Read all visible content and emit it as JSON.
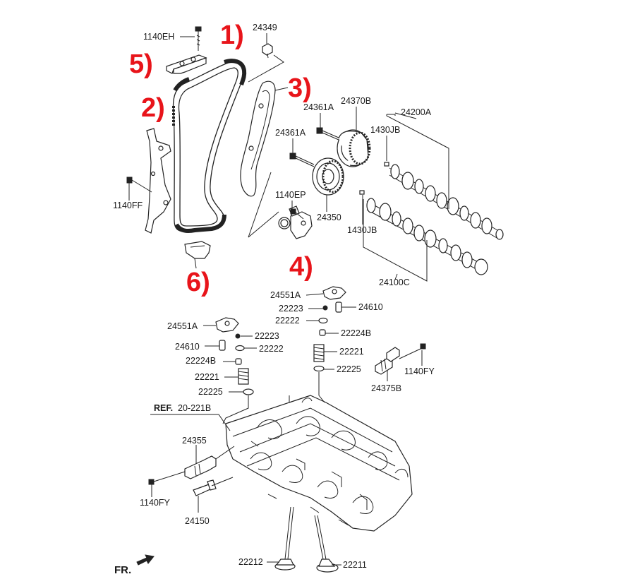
{
  "callouts": {
    "c1": "1)",
    "c2": "2)",
    "c3": "3)",
    "c4": "4)",
    "c5": "5)",
    "c6": "6)"
  },
  "labels": {
    "p1140EH": "1140EH",
    "p24349": "24349",
    "p24361A_1": "24361A",
    "p24361A_2": "24361A",
    "p24370B": "24370B",
    "p24200A": "24200A",
    "p1430JB_1": "1430JB",
    "p1430JB_2": "1430JB",
    "p1140EP": "1140EP",
    "p24350": "24350",
    "p24100C": "24100C",
    "p1140FF": "1140FF",
    "p24551A_1": "24551A",
    "p24551A_2": "24551A",
    "p22223_1": "22223",
    "p22223_2": "22223",
    "p24610_1": "24610",
    "p24610_2": "24610",
    "p22222_1": "22222",
    "p22222_2": "22222",
    "p22224B_1": "22224B",
    "p22224B_2": "22224B",
    "p22221_1": "22221",
    "p22221_2": "22221",
    "p22225_1": "22225",
    "p22225_2": "22225",
    "p1140FY_1": "1140FY",
    "p1140FY_2": "1140FY",
    "p24375B": "24375B",
    "ref_bold": "REF.",
    "ref_num": "20-221B",
    "p24355": "24355",
    "p24150": "24150",
    "p22212": "22212",
    "p22211": "22211",
    "front": "FR."
  },
  "colors": {
    "callout": "#e8141a",
    "line": "#222222"
  },
  "icons": {
    "front_arrow": "front-arrow-icon"
  }
}
